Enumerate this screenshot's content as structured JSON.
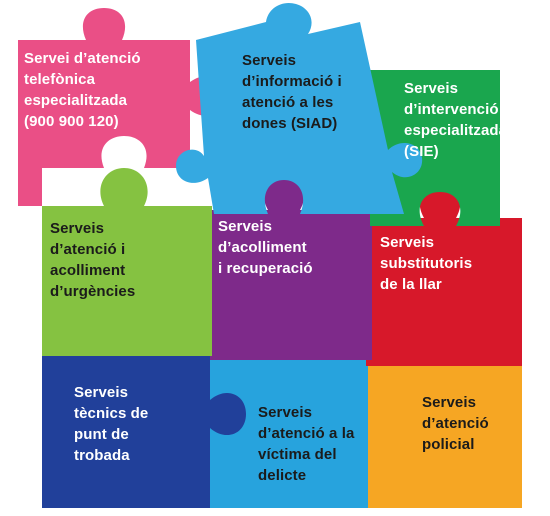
{
  "pieces": [
    {
      "id": "telefonica",
      "color": "#ea4f86",
      "label": "Servei d’atenció\ntelefònica\nespecialitzada\n(900 900 120)"
    },
    {
      "id": "siad",
      "color": "#35a9e1",
      "label": "Serveis\nd’informació i\natenció a les\ndones (SIAD)"
    },
    {
      "id": "sie",
      "color": "#1aa64e",
      "label": "Serveis\nd’intervenció\nespecialitzada\n(SIE)"
    },
    {
      "id": "urgencies",
      "color": "#85c241",
      "label": "Serveis\nd’atenció i\nacolliment\nd’urgències"
    },
    {
      "id": "acolliment",
      "color": "#7e2a8a",
      "label": "Serveis\nd’acolliment\ni recuperació"
    },
    {
      "id": "substitutoris",
      "color": "#d7182a",
      "label": "Serveis\nsubstitutoris\nde la llar"
    },
    {
      "id": "tecnics",
      "color": "#21409a",
      "label": "Serveis\ntècnics de\npunt de\ntrobada"
    },
    {
      "id": "victima",
      "color": "#27a3dd",
      "label": "Serveis\nd’atenció a la\nvíctima del\ndelicte"
    },
    {
      "id": "policial",
      "color": "#f6a623",
      "label": "Serveis\nd’atenció\npolicial"
    }
  ]
}
